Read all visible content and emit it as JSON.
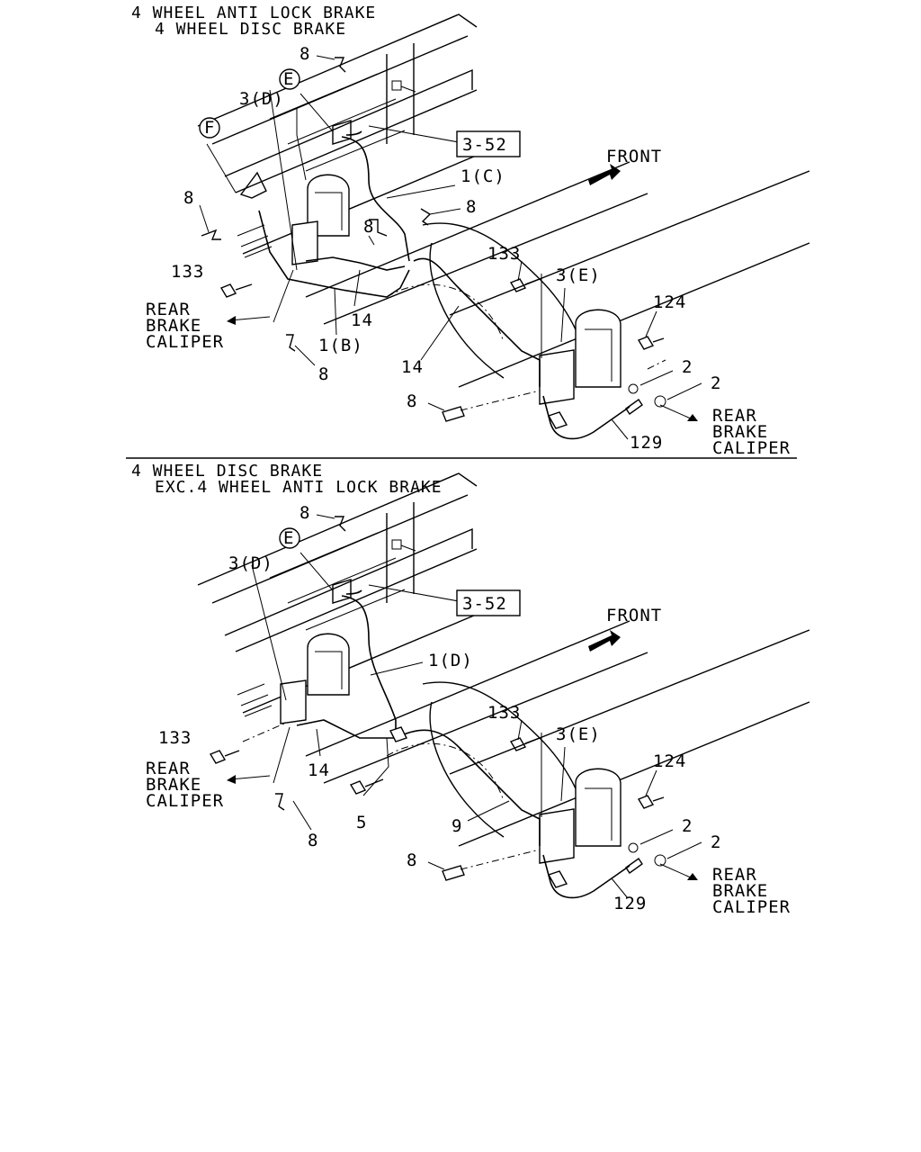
{
  "sections": [
    {
      "title_line1": "4 WHEEL ANTI LOCK BRAKE",
      "title_line2": "4 WHEEL DISC BRAKE",
      "ref_box": "3-52",
      "front": "FRONT",
      "rear_left": [
        "REAR",
        "BRAKE",
        "CALIPER"
      ],
      "rear_right": [
        "REAR",
        "BRAKE",
        "CALIPER"
      ],
      "circle_e": "E",
      "circle_f": "F",
      "callouts": [
        "8",
        "3(D)",
        "1(C)",
        "8",
        "8",
        "8",
        "133",
        "133",
        "3(E)",
        "124",
        "14",
        "1(B)",
        "14",
        "8",
        "2",
        "2",
        "8",
        "129"
      ]
    },
    {
      "title_line1": "4 WHEEL DISC BRAKE",
      "title_line2": "EXC.4 WHEEL ANTI LOCK BRAKE",
      "ref_box": "3-52",
      "front": "FRONT",
      "rear_left": [
        "REAR",
        "BRAKE",
        "CALIPER"
      ],
      "rear_right": [
        "REAR",
        "BRAKE",
        "CALIPER"
      ],
      "circle_e": "E",
      "callouts": [
        "8",
        "3(D)",
        "1(D)",
        "133",
        "133",
        "3(E)",
        "124",
        "14",
        "5",
        "9",
        "2",
        "2",
        "8",
        "8",
        "129"
      ]
    }
  ]
}
